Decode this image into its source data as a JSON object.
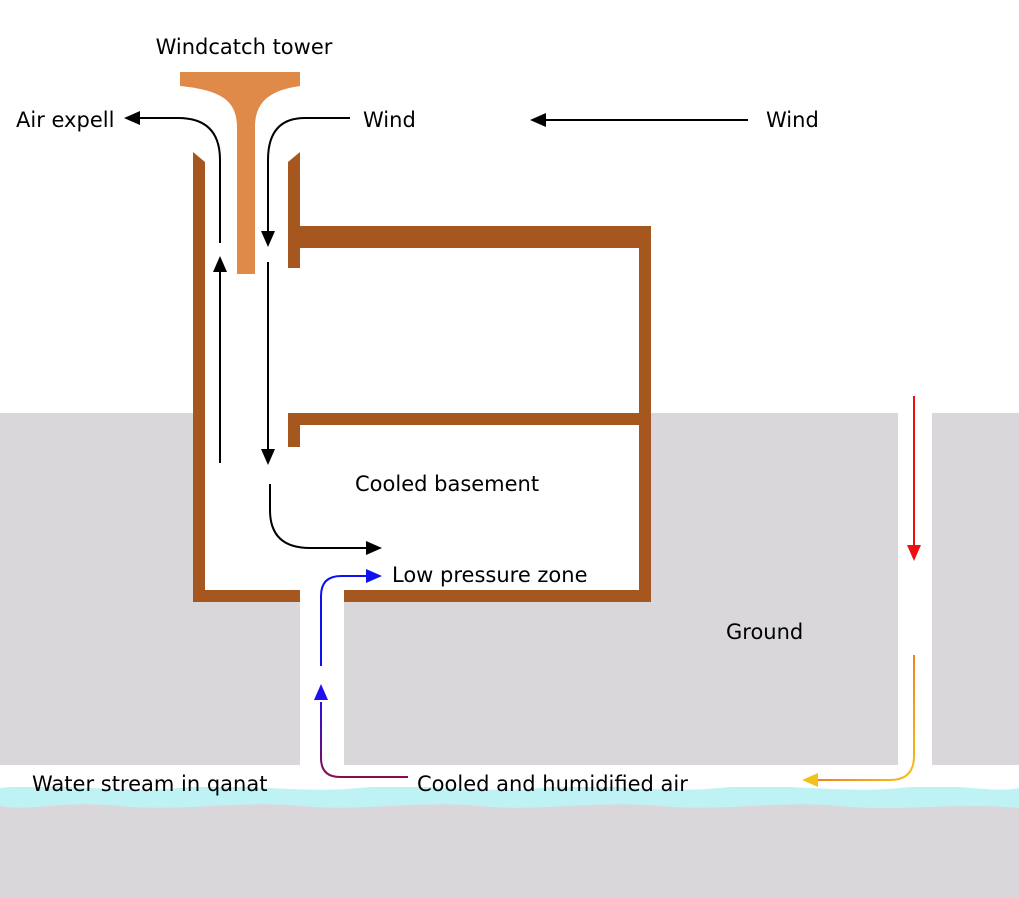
{
  "labels": {
    "tower": "Windcatch tower",
    "air_expell": "Air expell",
    "wind_near": "Wind",
    "wind_far": "Wind",
    "basement": "Cooled basement",
    "low_pressure": "Low pressure zone",
    "ground": "Ground",
    "water_stream": "Water stream in qanat",
    "cooled_air": "Cooled and humidified air"
  },
  "colors": {
    "ground": "#d9d7da",
    "walls": "#a6561f",
    "tower_cap": "#e08a4a",
    "water": "#bff2f4",
    "arrows": "#000000",
    "blue_arrow": "#1010ee",
    "purple_arrow": "#7a0a6e",
    "red_arrow": "#ee1010",
    "orange_arrow": "#f0a020",
    "yellow_arrow": "#f2c21a"
  }
}
